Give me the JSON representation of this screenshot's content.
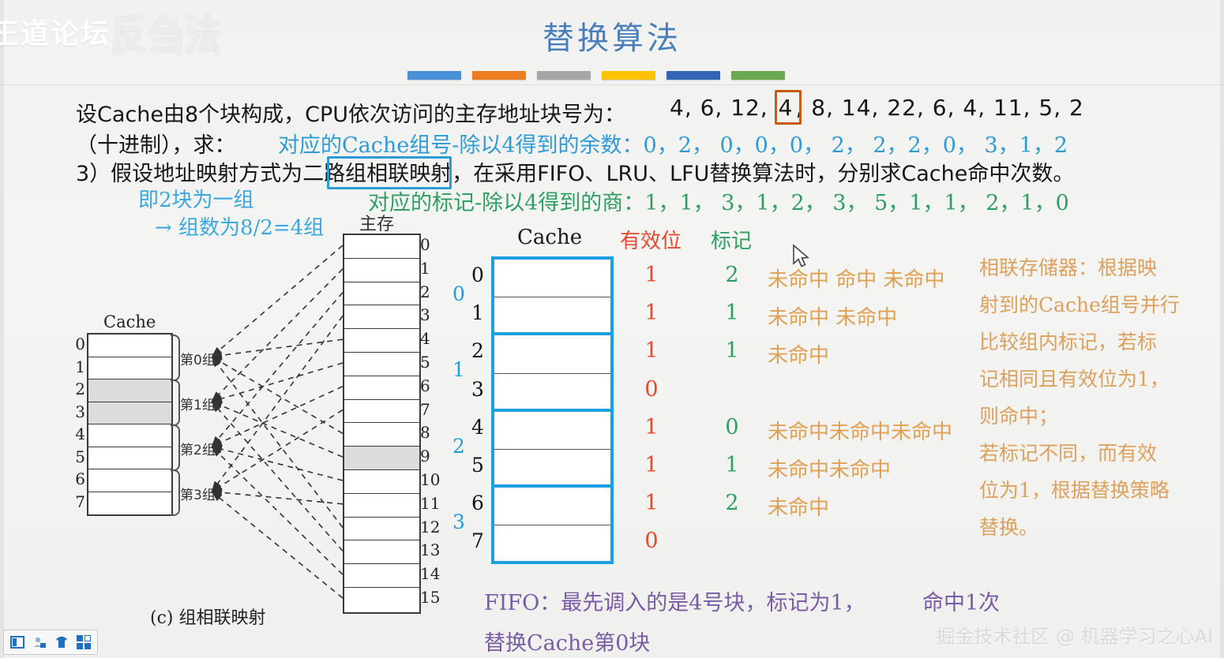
{
  "slide": {
    "title": "替换算法",
    "accent_bars": [
      "#4a90d9",
      "#ee7d22",
      "#a6a6a6",
      "#fcc200",
      "#3465b4",
      "#6aa84f"
    ],
    "watermark_topleft": "王道论坛",
    "watermark_topleft_ghost": "反刍法",
    "watermark_bottomright": "掘金技术社区 @ 机器学习之心AI"
  },
  "question": {
    "line1": "设Cache由8个块构成，CPU依次访问的主存地址块号为：",
    "line2_prefix": "（十进制），求：",
    "line3": "3）假设地址映射方式为二路组相联映射，在采用FIFO、LRU、LFU替换算法时，分别求Cache命中次数。",
    "line3_a": "3）假设地址映射方式为",
    "line3_boxed": "二路组相联",
    "line3_b": "映射，在采用FIFO、LRU、LFU替换算法时，分别求Cache命中次数。",
    "address_sequence_prefix": "4, 6, 12, ",
    "address_sequence_boxed": "4",
    "address_sequence_suffix": ", 8, 14, 22, 6, 4, 11, 5, 2",
    "set_number_label": "对应的Cache组号-除以4得到的余数：",
    "set_numbers": "0，2，  0，0，0，  2，  2，2，0，  3，1，2",
    "tag_label": "对应的标记-除以4得到的商：",
    "tags": "1，1，  3，1，2，  3，  5，1，1，  2，1，0",
    "note1": "即2块为一组",
    "note2": "→ 组数为8/2=4组"
  },
  "figure": {
    "caption": "(c) 组相联映射",
    "cache_title": "Cache",
    "memory_title": "主存",
    "cache_indices": [
      "0",
      "1",
      "2",
      "3",
      "4",
      "5",
      "6",
      "7"
    ],
    "cache_shaded": [
      2,
      3
    ],
    "group_labels": [
      "第0组",
      "第1组",
      "第2组",
      "第3组"
    ],
    "memory_indices": [
      "0",
      "1",
      "2",
      "3",
      "4",
      "5",
      "6",
      "7",
      "8",
      "9",
      "10",
      "11",
      "12",
      "13",
      "14",
      "15"
    ],
    "memory_shaded": [
      9
    ]
  },
  "cache_table": {
    "title": "Cache",
    "valid_header": "有效位",
    "tag_header": "标记",
    "group_indices": [
      "0",
      "1",
      "2",
      "3"
    ],
    "row_indices": [
      "0",
      "1",
      "2",
      "3",
      "4",
      "5",
      "6",
      "7"
    ],
    "valid_bits": [
      "1",
      "1",
      "1",
      "0",
      "1",
      "1",
      "1",
      "0"
    ],
    "tags": [
      "2",
      "1",
      "1",
      "",
      "0",
      "1",
      "2",
      ""
    ],
    "hit_miss_rows": [
      {
        "row": 0,
        "text": "未命中 命中 未命中"
      },
      {
        "row": 1,
        "text": "未命中 未命中"
      },
      {
        "row": 2,
        "text": "未命中"
      },
      {
        "row": 4,
        "text": "未命中未命中未命中"
      },
      {
        "row": 5,
        "text": "未命中未命中"
      },
      {
        "row": 6,
        "text": "未命中"
      }
    ]
  },
  "explanation": {
    "lines": [
      "相联存储器：根据映",
      "射到的Cache组号并行",
      "比较组内标记，若标",
      "记相同且有效位为1，",
      "则命中；",
      "若标记不同，而有效",
      "位为1，根据替换策略",
      "替换。"
    ]
  },
  "fifo": {
    "line1": "FIFO：最先调入的是4号块，标记为1，",
    "line2": "替换Cache第0块",
    "hits": "命中1次"
  },
  "toolbar": {
    "icons": [
      "normal-view-icon",
      "slide-sorter-icon",
      "reading-view-icon",
      "slideshow-icon"
    ]
  }
}
